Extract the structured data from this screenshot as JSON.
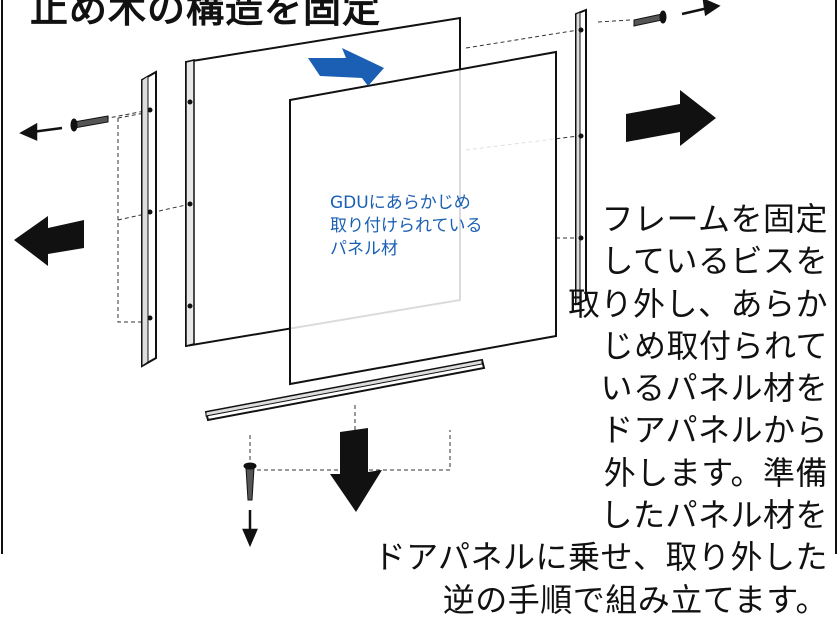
{
  "heading": "止め木の構造を固定",
  "panel_label": {
    "lines": [
      "GDUにあらかじめ",
      "取り付けられている",
      "パネル材"
    ]
  },
  "instructions": {
    "lines": [
      "フレームを固定",
      "しているビスを",
      "取り外し、あらか",
      "じめ取付られて",
      "いるパネル材を",
      "ドアパネルから",
      "外します。準備",
      "したパネル材を",
      "ドアパネルに乗せ、取り外した",
      "逆の手順で組み立てます。"
    ]
  },
  "colors": {
    "ink": "#111111",
    "accent": "#1a5fb4",
    "panel_fill": "#ffffff"
  }
}
